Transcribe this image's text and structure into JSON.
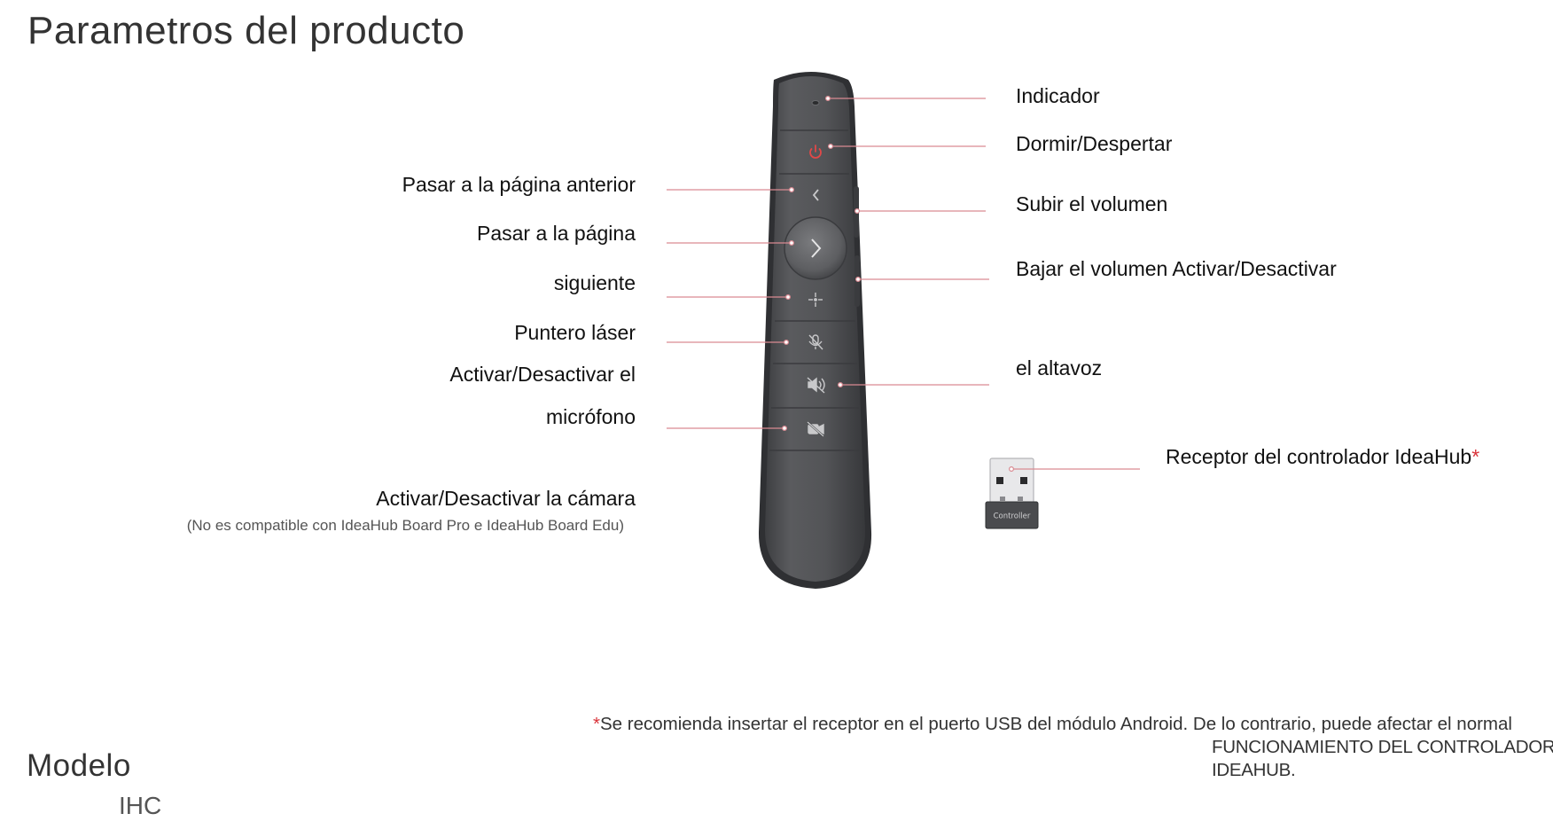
{
  "title": "Parametros del producto",
  "labels_left": {
    "prev_page": "Pasar a la página anterior",
    "next_page_1": "Pasar a la página",
    "next_page_2": "siguiente",
    "laser": "Puntero láser",
    "mic_1": "Activar/Desactivar el",
    "mic_2": "micrófono",
    "camera": "Activar/Desactivar la cámara",
    "camera_note": "(No es compatible con IdeaHub Board Pro e IdeaHub Board Edu)"
  },
  "labels_right": {
    "indicator": "Indicador",
    "sleep": "Dormir/Despertar",
    "vol_up": "Subir el volumen",
    "vol_down": "Bajar el volumen Activar/Desactivar",
    "speaker": "el altavoz",
    "receiver": "Receptor del controlador IdeaHub",
    "receiver_star": "*"
  },
  "dongle_text": "Controller",
  "footnote": {
    "star": "*",
    "line1": "Se recomienda insertar el receptor en el puerto USB del módulo Android. De lo contrario, puede afectar el normal",
    "line2": "FUNCIONAMIENTO DEL CONTROLADOR",
    "line3": "IDEAHUB."
  },
  "model": {
    "label": "Modelo",
    "value": "IHC"
  },
  "colors": {
    "accent_red": "#d9333a",
    "leader": "#d98a92",
    "remote_body": "#545558",
    "remote_dark": "#3c3d40"
  }
}
